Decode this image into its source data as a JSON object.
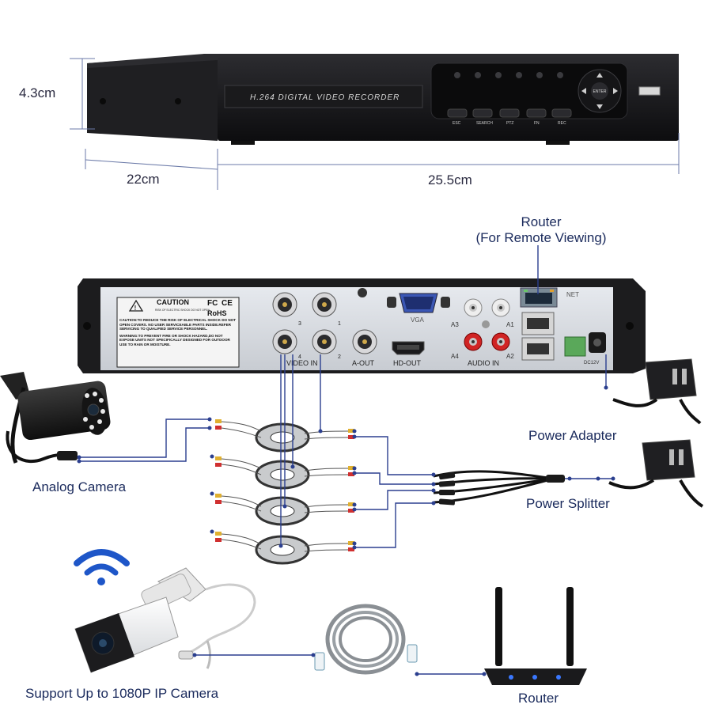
{
  "dimensions": {
    "height": "4.3cm",
    "depth": "22cm",
    "width": "25.5cm"
  },
  "dvr_front": {
    "model_text": "H.264 DIGITAL VIDEO RECORDER",
    "buttons": [
      "ESC",
      "SEARCH",
      "PTZ",
      "FN",
      "REC"
    ],
    "enter_label": "ENTER"
  },
  "dvr_rear": {
    "caution_title": "CAUTION",
    "caution_sub": "RISK OF ELECTRIC SHOCK DO NOT OPEN",
    "caution_text": "CAUTION:TO REDUCE THE RISK OF ELECTRICAL SHOCK DO NOT OPEN COVERS. NO USER SERVICEABLE PARTS INSIDE.REFER SERVICING TO QUALIFIED SERVICE PERSONNEL.",
    "warning_text": "WARNING:TO PREVENT FIRE OR SHOCK HAZARD,DO NOT EXPOSE UNITS NOT SPECIFICALLY DESIGNED FOR OUTDOOR USE TO RAIN OR MOISTURE.",
    "fc": "FC",
    "ce": "CE",
    "rohs": "RoHS",
    "video_in": "VIDEO IN",
    "a_out": "A-OUT",
    "hd_out": "HD-OUT",
    "vga": "VGA",
    "audio_in": "AUDIO IN",
    "net": "NET",
    "dc": "DC12V",
    "ch1": "1",
    "ch2": "2",
    "ch3": "3",
    "ch4": "4",
    "a1": "A1",
    "a2": "A2",
    "a3": "A3",
    "a4": "A4"
  },
  "labels": {
    "router_top_1": "Router",
    "router_top_2": "(For Remote Viewing)",
    "power_adapter": "Power Adapter",
    "power_splitter": "Power Splitter",
    "analog_camera": "Analog Camera",
    "ip_camera": "Support Up to 1080P IP Camera",
    "router_bottom": "Router"
  },
  "colors": {
    "line": "#2b3f8f",
    "dvr_body": "#1c1c1e",
    "panel": "#d9dde3"
  }
}
